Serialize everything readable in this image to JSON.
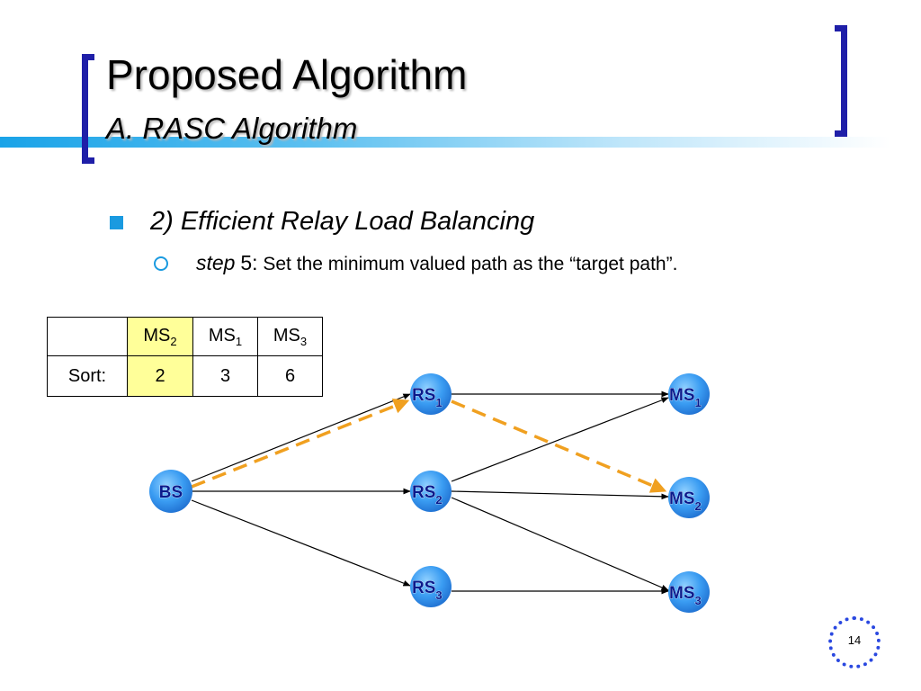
{
  "header": {
    "title": "Proposed Algorithm",
    "subtitle": "A. RASC Algorithm"
  },
  "bullets": {
    "level1": "2) Efficient Relay Load Balancing",
    "level2_step": "step",
    "level2_number": "5",
    "level2_colon": ":",
    "level2_rest": " Set the minimum valued path as the “target path”."
  },
  "table": {
    "header_row": [
      "",
      "MS",
      "MS",
      "MS"
    ],
    "header_subs": [
      "",
      "2",
      "1",
      "3"
    ],
    "row_label": "Sort:",
    "values": [
      "2",
      "3",
      "6"
    ]
  },
  "diagram": {
    "nodes": {
      "bs": {
        "label": "BS",
        "sub": ""
      },
      "rs1": {
        "label": "RS",
        "sub": "1"
      },
      "rs2": {
        "label": "RS",
        "sub": "2"
      },
      "rs3": {
        "label": "RS",
        "sub": "3"
      },
      "ms1": {
        "label": "MS",
        "sub": "1"
      },
      "ms2": {
        "label": "MS",
        "sub": "2"
      },
      "ms3": {
        "label": "MS",
        "sub": "3"
      }
    },
    "target_path_color": "#f0a020",
    "node_color": "#2a8ef0"
  },
  "footer": {
    "page_number": "14"
  }
}
